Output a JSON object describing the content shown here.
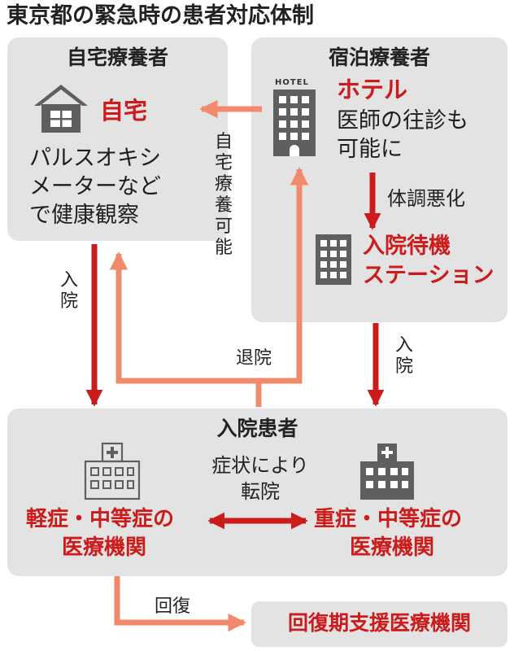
{
  "title": "東京都の緊急時の患者対応体制",
  "home_box": {
    "title": "自宅療養者",
    "place": "自宅",
    "desc": [
      "パルスオキシ",
      "メーターなど",
      "で健康観察"
    ]
  },
  "hotel_box": {
    "title": "宿泊療養者",
    "hotel_sign": "HOTEL",
    "place": "ホテル",
    "desc": [
      "医師の往診も",
      "可能に"
    ],
    "worsen_label": "体調悪化",
    "station": [
      "入院待機",
      "ステーション"
    ]
  },
  "inpatient_box": {
    "title": "入院患者",
    "mild": [
      "軽症・中等症の",
      "医療機関"
    ],
    "severe": [
      "重症・中等症の",
      "医療機関"
    ],
    "transfer": [
      "症状により",
      "転院"
    ]
  },
  "recovery_box": {
    "label": "回復期支援医療機関"
  },
  "arrows": {
    "home_possible": "自宅療養可能",
    "admit_left": "入院",
    "admit_right": "入院",
    "discharge": "退院",
    "recovery": "回復"
  },
  "colors": {
    "box_bg": "#e3e3e3",
    "red": "#cc1b1b",
    "salmon": "#f08a6a",
    "icon_gray": "#5f5f5f"
  }
}
